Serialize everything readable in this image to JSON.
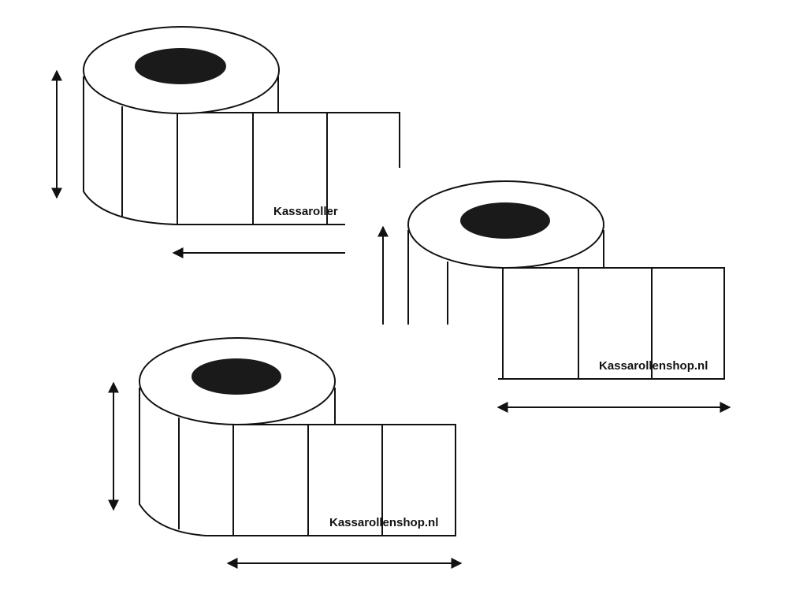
{
  "colors": {
    "line": "#111111",
    "core": "#1a1a1a",
    "background": "#ffffff"
  },
  "rolls": [
    {
      "name": "roll-top-left",
      "label": "Kassaroller",
      "arrows": [
        "height-arrow",
        "width-arrow-left"
      ]
    },
    {
      "name": "roll-middle-right",
      "label": "Kassarollenshop.nl",
      "arrows": [
        "height-arrow-up",
        "width-arrow-double"
      ]
    },
    {
      "name": "roll-bottom-left",
      "label": "Kassarollenshop.nl",
      "arrows": [
        "height-arrow",
        "width-arrow-double"
      ]
    }
  ]
}
